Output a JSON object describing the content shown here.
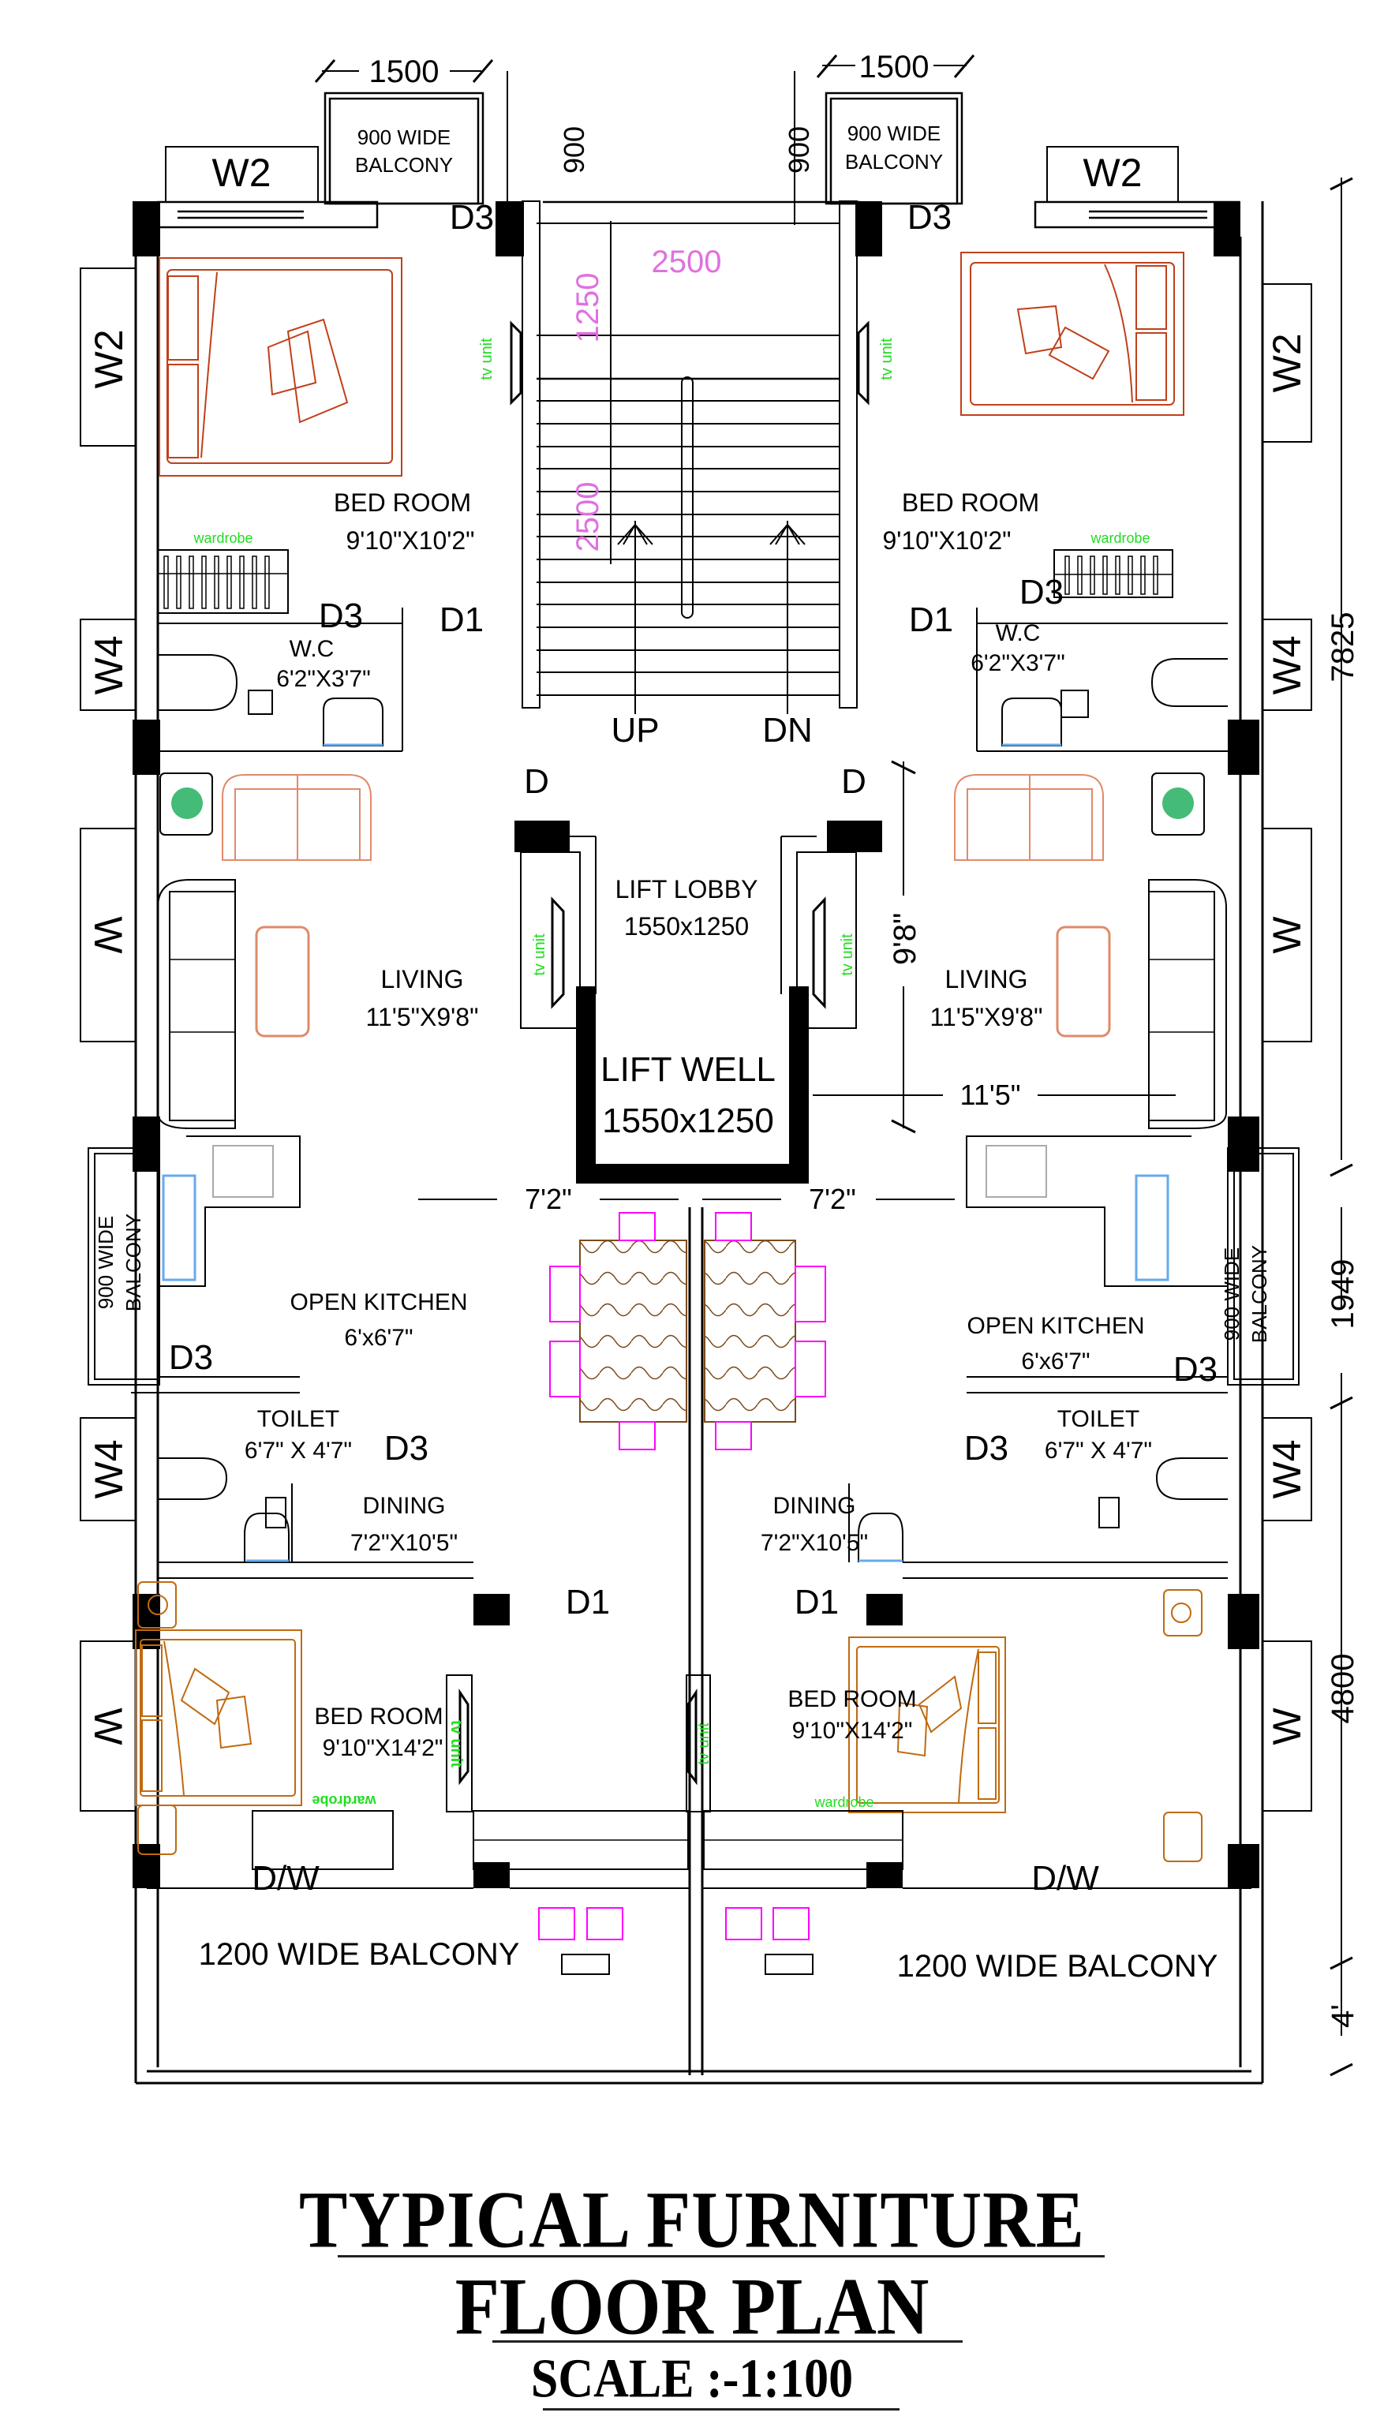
{
  "drawing": {
    "title_line1": "TYPICAL FURNITURE",
    "title_line2": "FLOOR PLAN",
    "scale": "SCALE :-1:100"
  },
  "colors": {
    "wall": "#000000",
    "bed_top": "#c0401a",
    "bed_bottom": "#c06a10",
    "sofa_accent": "#e08a6a",
    "green_label": "#22dd22",
    "stair_dim": "#e070e0",
    "dining_chair": "#ff00ff",
    "dining_table": "#7a4a1a",
    "sink_blue": "#66aaee",
    "hob_gray": "#aaaaaa"
  },
  "dimensions": {
    "top_left_width": "1500",
    "top_right_width": "1500",
    "top_left_balcony_depth": "900",
    "top_right_balcony_depth": "900",
    "stair_width": "2500",
    "stair_landing": "1250",
    "stair_flight": "2500",
    "right_total_1": "7825",
    "right_total_2": "1949",
    "right_total_3": "4800",
    "right_total_4": "4'",
    "living_height": "9'8\"",
    "living_width": "11'5\"",
    "dining_left_width": "7'2\"",
    "dining_right_width": "7'2\""
  },
  "windows": {
    "w2": "W2",
    "w4": "W4",
    "w": "W"
  },
  "doors": {
    "d1": "D1",
    "d3": "D3",
    "d": "D",
    "dw": "D/W"
  },
  "rooms": {
    "balcony_900": [
      "900 WIDE",
      "BALCONY"
    ],
    "bedroom_top": {
      "name": "BED ROOM",
      "size": "9'10\"X10'2\""
    },
    "wc": {
      "name": "W.C",
      "size": "6'2\"X3'7\""
    },
    "living": {
      "name": "LIVING",
      "size": "11'5\"X9'8\""
    },
    "lift_lobby": {
      "name": "LIFT LOBBY",
      "size": "1550x1250"
    },
    "lift_well": {
      "name": "LIFT WELL",
      "size": "1550x1250"
    },
    "kitchen": {
      "name": "OPEN KITCHEN",
      "size": "6'x6'7\""
    },
    "toilet": {
      "name": "TOILET",
      "size": "6'7\" X 4'7\""
    },
    "dining": {
      "name": "DINING",
      "size": "7'2\"X10'5\""
    },
    "bedroom_bottom": {
      "name": "BED ROOM",
      "size": "9'10\"X14'2\""
    },
    "balcony_1200": "1200 WIDE BALCONY",
    "kitchen_balcony_left": [
      "900 WIDE",
      "BALCONY"
    ],
    "kitchen_balcony_right": [
      "900 WIDE",
      "BALCONY"
    ]
  },
  "stairs": {
    "up": "UP",
    "down": "DN"
  },
  "furniture_labels": {
    "tv_unit": "tv unit",
    "wardrobe": "wardrobe"
  }
}
